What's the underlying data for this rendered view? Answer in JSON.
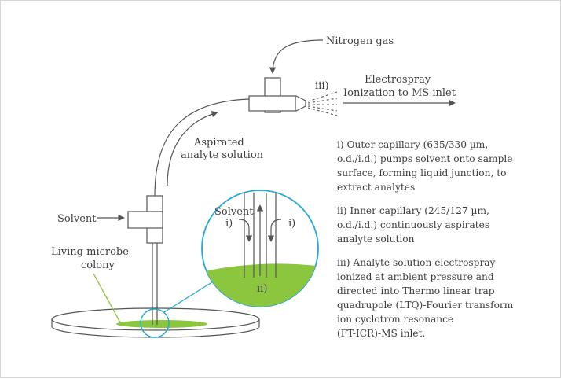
{
  "labels": {
    "nitrogen_gas": "Nitrogen gas",
    "iii_marker": "iii)",
    "electrospray_line1": "Electrospray",
    "electrospray_line2": "Ionization to MS inlet",
    "aspirated_line1": "Aspirated",
    "aspirated_line2": "analyte solution",
    "solvent": "Solvent",
    "living_microbe_line1": "Living microbe",
    "living_microbe_line2": "colony"
  },
  "inset": {
    "solvent": "Solvent",
    "i_left": "i)",
    "i_right": "i)",
    "ii": "ii)"
  },
  "descriptions": {
    "i": [
      "i) Outer capillary (635/330 µm,",
      "o.d./i.d.) pumps solvent onto sample",
      "surface, forming liquid junction, to",
      "extract analytes"
    ],
    "ii": [
      "ii) Inner capillary (245/127 µm,",
      "o.d./i.d.) continuously aspirates",
      "analyte solution"
    ],
    "iii": [
      "iii) Analyte solution electrospray",
      "ionized at ambient pressure and",
      "directed into Thermo linear trap",
      "quadrupole (LTQ)-Fourier transform",
      "ion cyclotron resonance",
      "(FT-ICR)-MS inlet."
    ]
  },
  "colors": {
    "line": "#555555",
    "accent_blue": "#29a8d6",
    "colony_green": "#8cc63f",
    "text": "#3d3d3d"
  }
}
